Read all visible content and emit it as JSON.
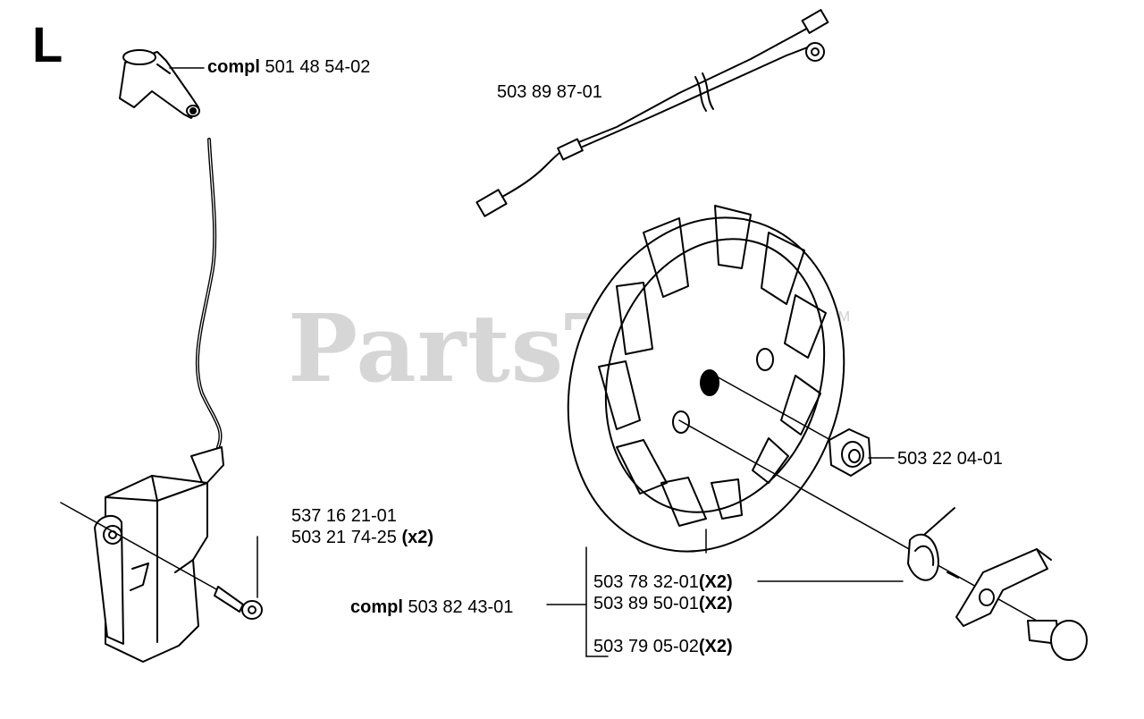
{
  "section_letter": "L",
  "watermark": {
    "brand": "PartsTree",
    "trademark": "TM"
  },
  "callouts": {
    "spark_cap": {
      "prefix": "compl",
      "part": "501 48 54-02"
    },
    "wire": {
      "part": "503 89 87-01"
    },
    "ignition_screw": {
      "line1": "537 16 21-01",
      "line2_part": "503 21 74-25",
      "line2_qty": "(x2)"
    },
    "nut": {
      "part": "503 22 04-01"
    },
    "flywheel": {
      "prefix": "compl",
      "part": "503 82 43-01"
    },
    "pawl_spring": {
      "part": "503 78 32-01",
      "qty": "(X2)"
    },
    "pawl": {
      "part": "503 89 50-01",
      "qty": "(X2)"
    },
    "pin": {
      "part": "503 79 05-02",
      "qty": "(X2)"
    }
  }
}
